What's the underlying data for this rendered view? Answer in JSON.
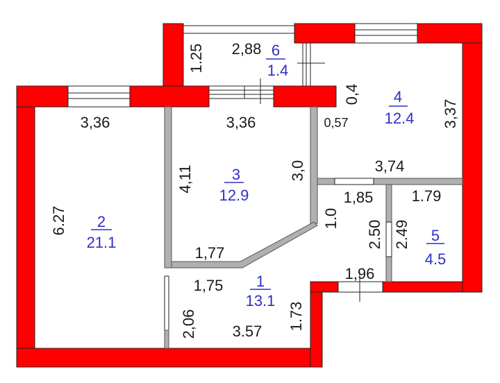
{
  "plan": {
    "wall_color": "#ff0000",
    "interior_wall_color": "#b0b0b0",
    "label_color": "#2e2ec8",
    "rooms": [
      {
        "number": "1",
        "area": "13.1"
      },
      {
        "number": "2",
        "area": "21.1"
      },
      {
        "number": "3",
        "area": "12.9"
      },
      {
        "number": "4",
        "area": "12.4"
      },
      {
        "number": "5",
        "area": "4.5"
      },
      {
        "number": "6",
        "area": "1.4"
      }
    ],
    "dimensions": {
      "room2_top": "3,36",
      "room2_side": "6.27",
      "room3_top": "3,36",
      "room3_left": "4,11",
      "room3_right": "3,0",
      "room3_bottom": "1,77",
      "room6_width": "2,88",
      "room6_height": "1.25",
      "room4_left_offset": "0,4",
      "room4_inner": "0,57",
      "room4_right": "3,37",
      "room4_bottom": "3,74",
      "hall_top": "1,85",
      "hall_diag": "1.0",
      "hall_right": "2.50",
      "room5_top": "1.79",
      "room5_left": "2.49",
      "door_width": "1,96",
      "room1_top": "1,75",
      "room1_left": "2,06",
      "room1_bottom": "3.57",
      "room1_right": "1.73"
    }
  }
}
